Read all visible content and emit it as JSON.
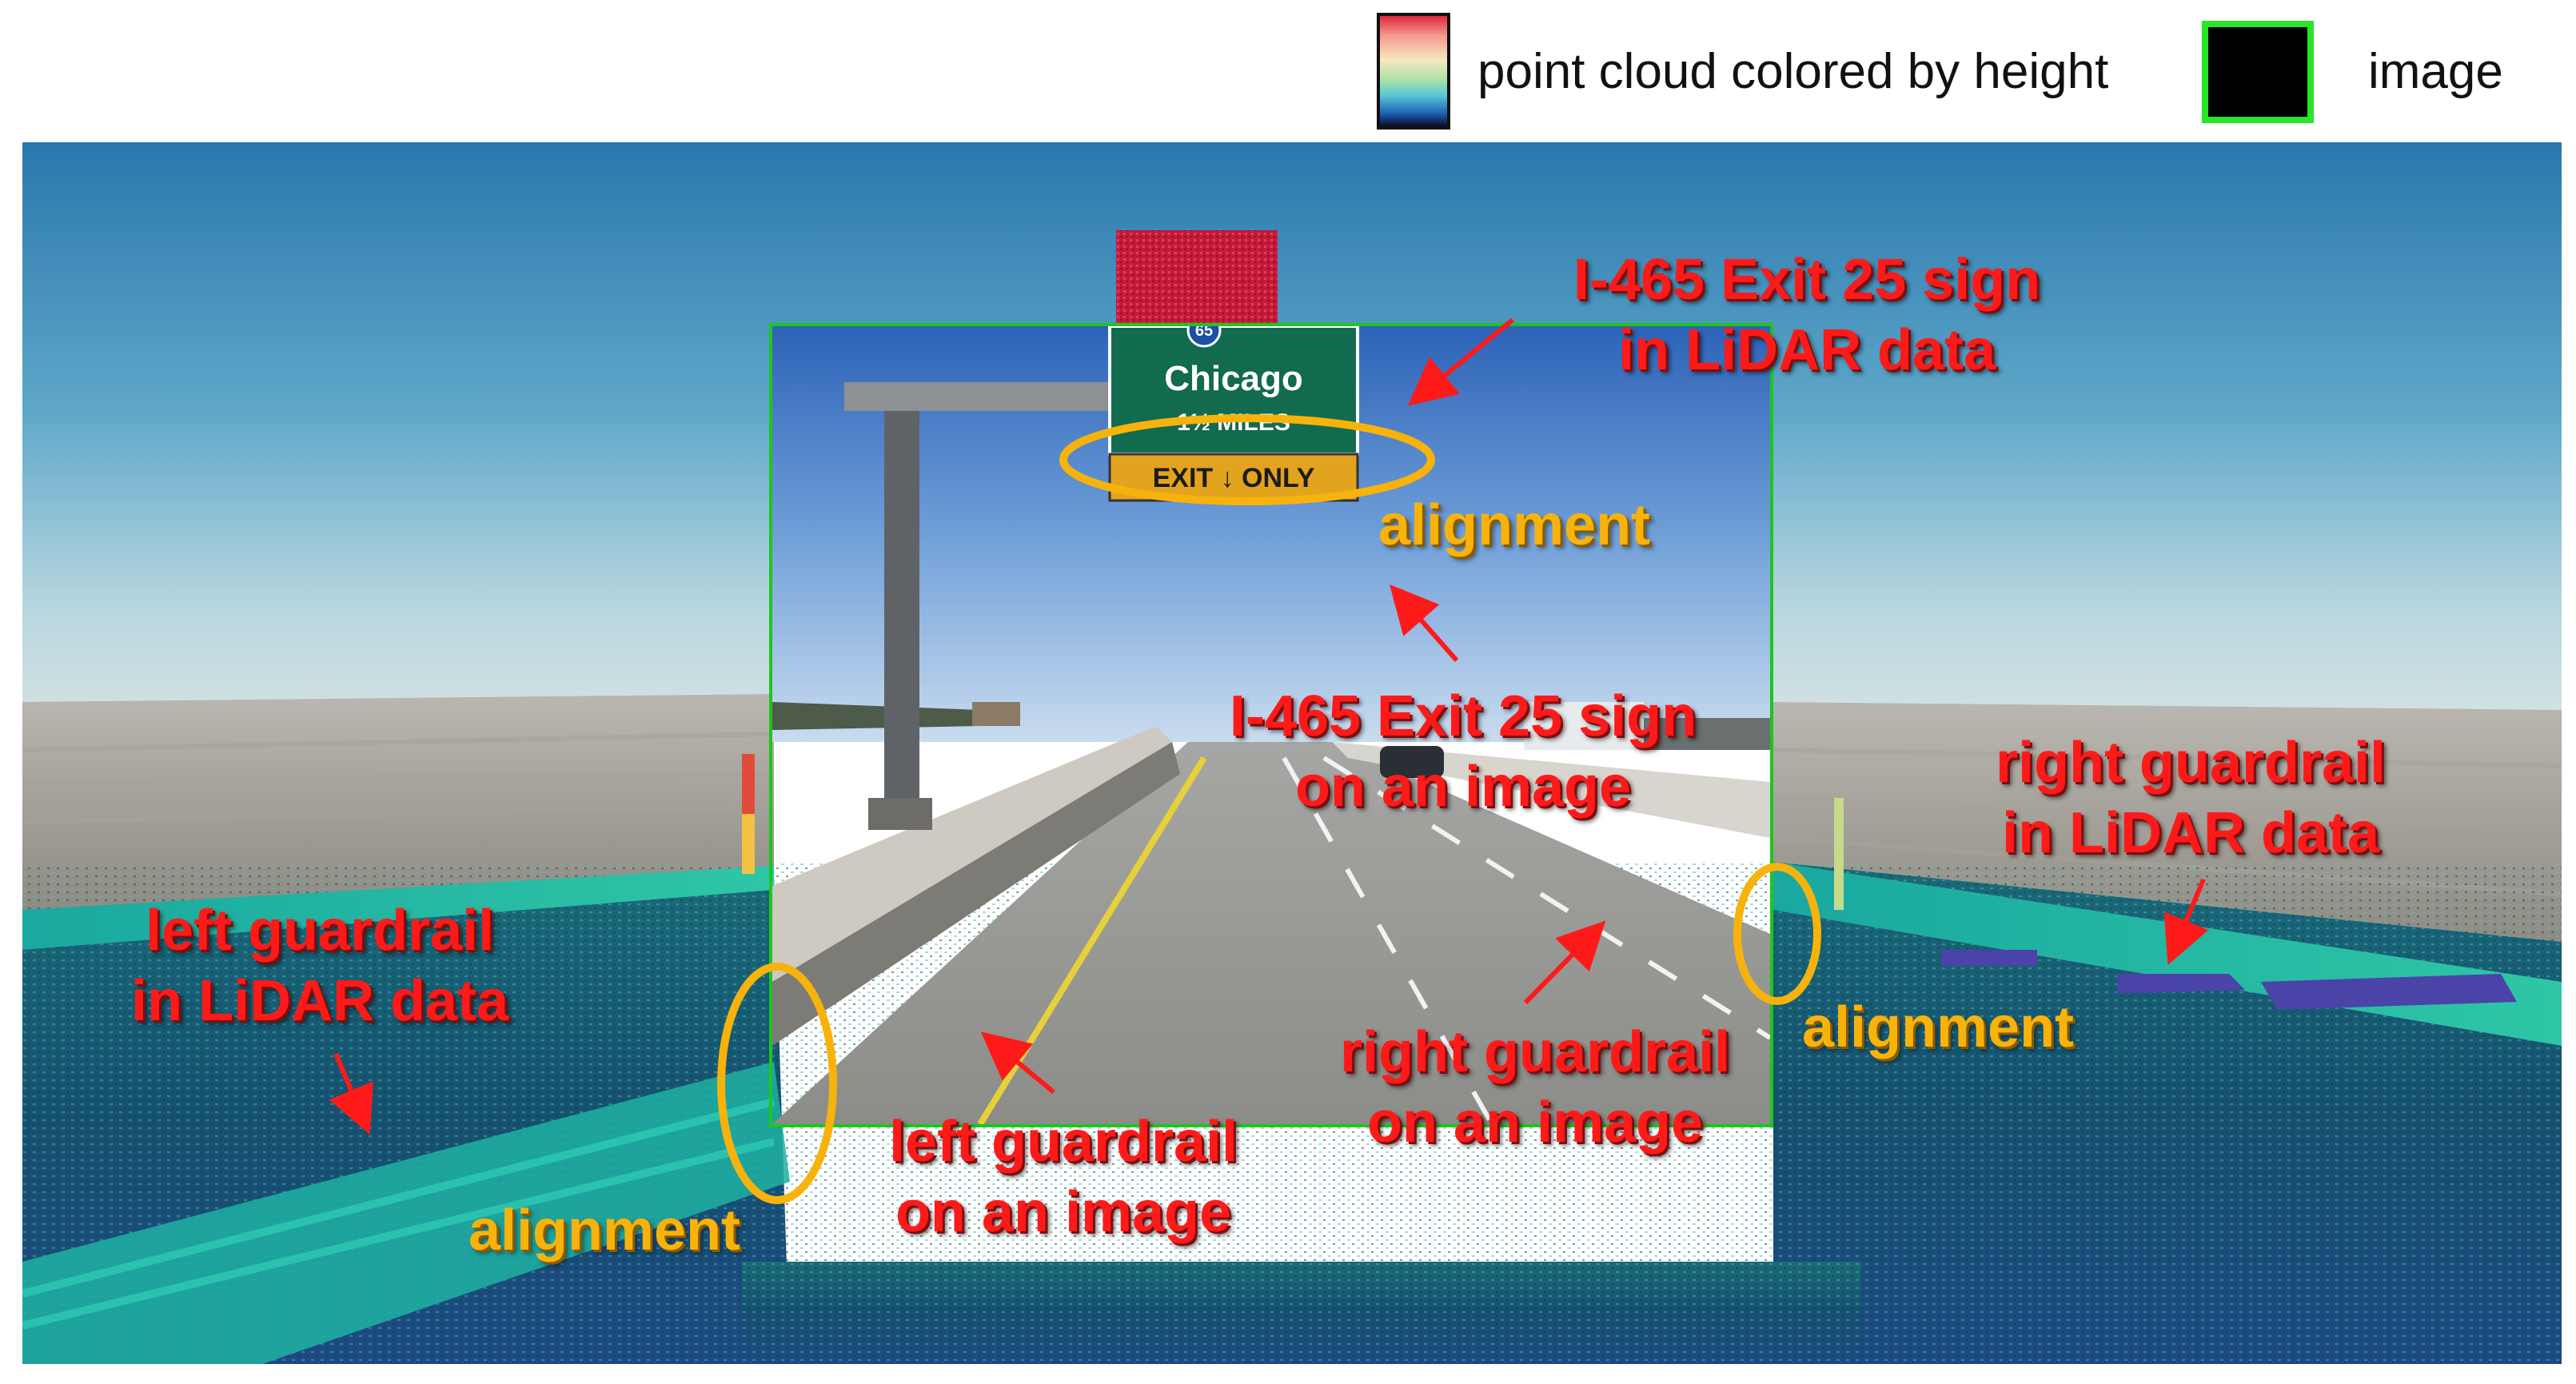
{
  "legend": {
    "cloud_label": "point cloud colored by height",
    "image_label": "image"
  },
  "sign": {
    "route_number": "65",
    "destination": "Chicago",
    "distance": "1½ MILES",
    "exit_panel": "EXIT ↓ ONLY"
  },
  "annotations": {
    "sign_lidar": [
      "I-465 Exit 25 sign",
      "in LiDAR data"
    ],
    "sign_image": [
      "I-465 Exit 25 sign",
      "on an image"
    ],
    "left_lidar": [
      "left guardrail",
      "in LiDAR data"
    ],
    "left_image": [
      "left guardrail",
      "on an image"
    ],
    "right_lidar": [
      "right guardrail",
      "in LiDAR data"
    ],
    "right_image": [
      "right guardrail",
      "on an image"
    ],
    "alignment": "alignment"
  },
  "colors": {
    "annotation_red": "#ff1a1a",
    "alignment_orange": "#f7b30c",
    "image_border_green": "#1ec51e",
    "lidar_sign_red": "#d11f3f",
    "lidar_ground_teal": "#1aa79a",
    "lidar_ground_blue": "#1d4f7a"
  }
}
